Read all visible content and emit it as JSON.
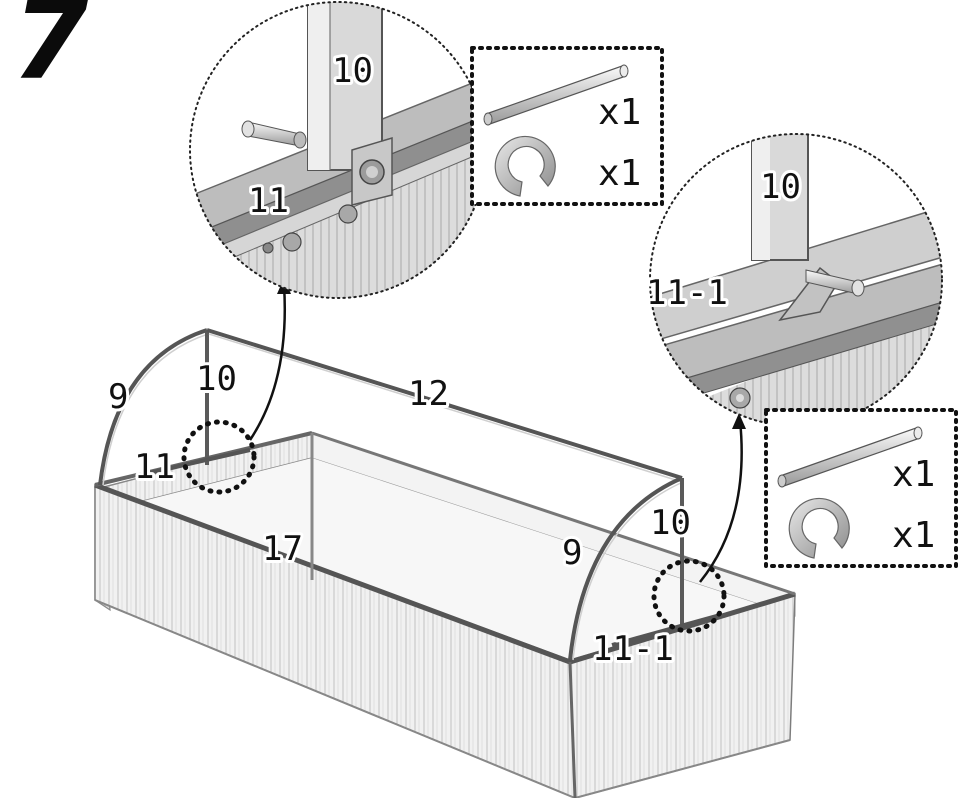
{
  "step_number": "7",
  "labels": {
    "main_9_left": "9",
    "main_10_left": "10",
    "main_12": "12",
    "main_11": "11",
    "main_17": "17",
    "main_9_right": "9",
    "main_10_right": "10",
    "main_11_1": "11-1",
    "detail_left_10": "10",
    "detail_left_11": "11",
    "detail_right_10": "10",
    "detail_right_11_1": "11-1"
  },
  "parts_left": {
    "pin_qty": "x1",
    "clip_qty": "x1"
  },
  "parts_right": {
    "pin_qty": "x1",
    "clip_qty": "x1"
  },
  "icons": [
    "pin-icon",
    "e-clip-icon",
    "assembly-arrow"
  ]
}
